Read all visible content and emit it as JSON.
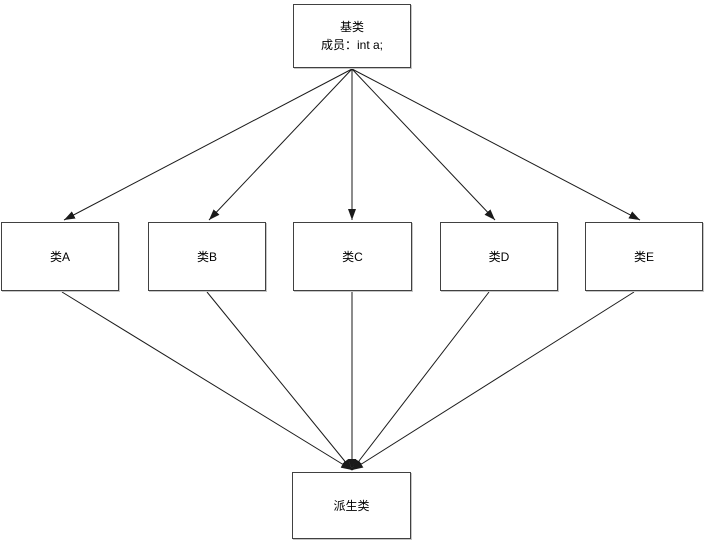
{
  "diagram": {
    "base_class": {
      "title": "基类",
      "member_line": "成员：int a;"
    },
    "middle_classes": [
      {
        "label": "类A"
      },
      {
        "label": "类B"
      },
      {
        "label": "类C"
      },
      {
        "label": "类D"
      },
      {
        "label": "类E"
      }
    ],
    "derived_class": {
      "label": "派生类"
    },
    "edges": [
      {
        "from": "基类",
        "to": "类A"
      },
      {
        "from": "基类",
        "to": "类B"
      },
      {
        "from": "基类",
        "to": "类C"
      },
      {
        "from": "基类",
        "to": "类D"
      },
      {
        "from": "基类",
        "to": "类E"
      },
      {
        "from": "类A",
        "to": "派生类"
      },
      {
        "from": "类B",
        "to": "派生类"
      },
      {
        "from": "类C",
        "to": "派生类"
      },
      {
        "from": "类D",
        "to": "派生类"
      },
      {
        "from": "类E",
        "to": "派生类"
      }
    ],
    "colors": {
      "background": "#ffffff",
      "node_fill": "#ffffff",
      "node_border": "#414141",
      "node_shadow": "#c6c6c6",
      "edge": "#1a1a1a",
      "text": "#000000"
    }
  }
}
